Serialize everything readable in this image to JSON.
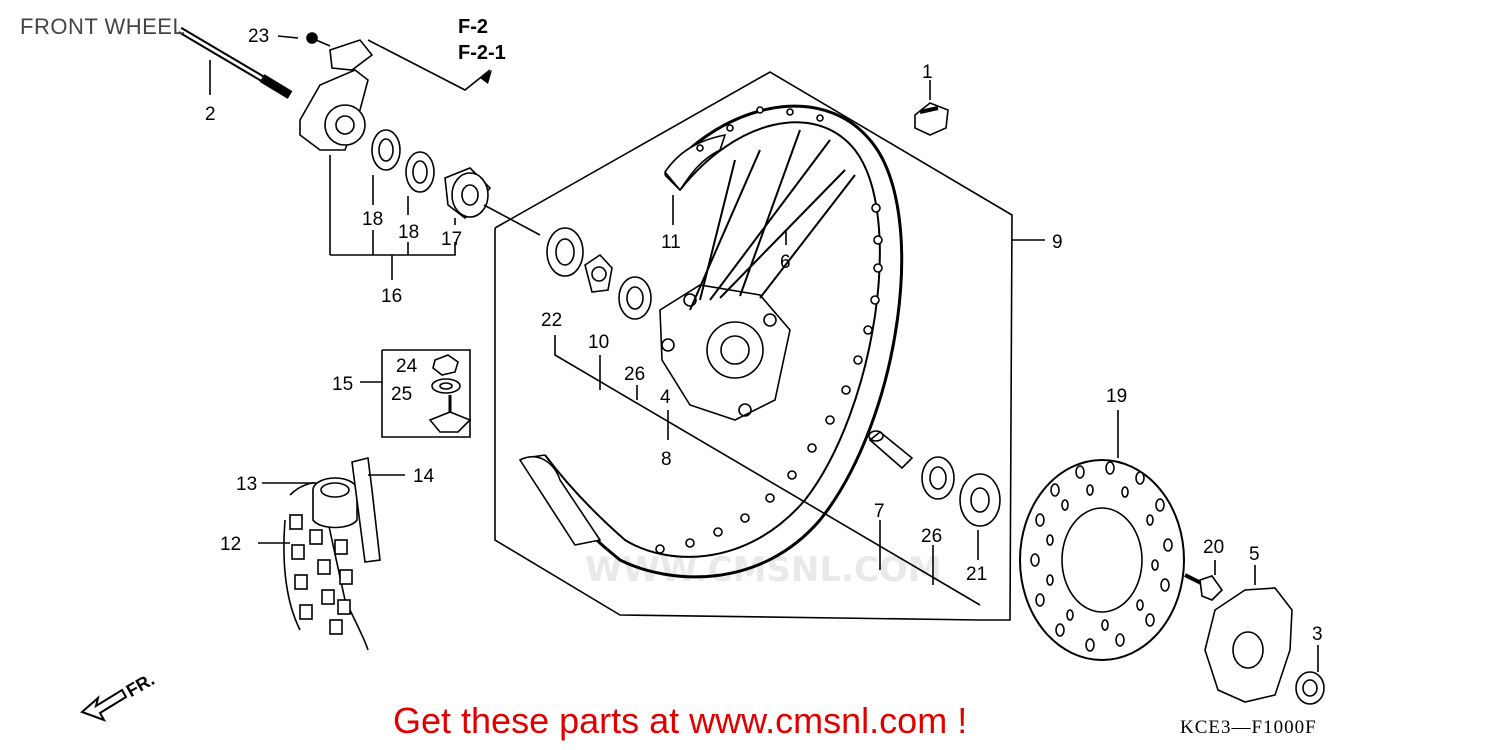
{
  "title": "FRONT WHEEL",
  "refs": {
    "f2": "F-2",
    "f21": "F-2-1"
  },
  "watermark": "WWW.CMSNL.COM",
  "direction_label": "FR.",
  "cta": "Get these parts at www.cmsnl.com !",
  "diagram_code": "KCE3—F1000F",
  "part_numbers": {
    "p1": "1",
    "p2": "2",
    "p3": "3",
    "p4": "4",
    "p5": "5",
    "p6": "6",
    "p7": "7",
    "p8": "8",
    "p9": "9",
    "p10": "10",
    "p11": "11",
    "p12": "12",
    "p13": "13",
    "p14": "14",
    "p15": "15",
    "p16": "16",
    "p17": "17",
    "p18a": "18",
    "p18b": "18",
    "p19": "19",
    "p20": "20",
    "p21": "21",
    "p22": "22",
    "p23": "23",
    "p24": "24",
    "p25": "25",
    "p26a": "26",
    "p26b": "26"
  }
}
